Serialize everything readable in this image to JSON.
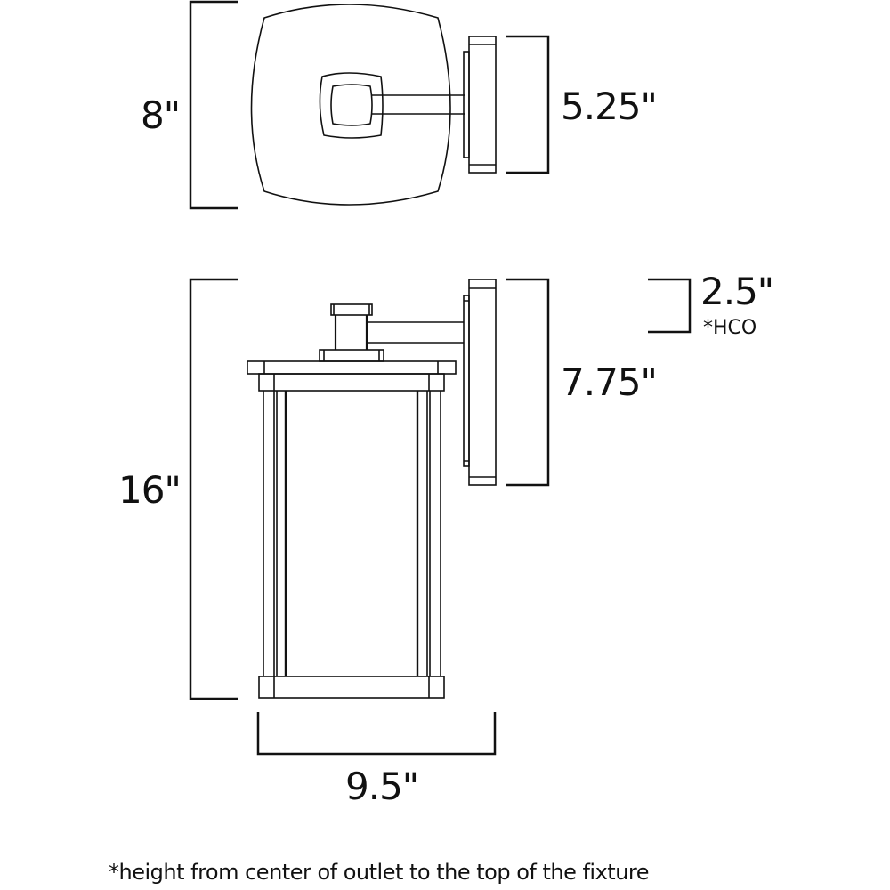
{
  "diagram": {
    "type": "product-dimension-drawing",
    "subject": "outdoor wall lantern",
    "views": {
      "top_view": {
        "depth_label": "8\"",
        "backplate_width_label": "5.25\""
      },
      "side_view": {
        "height_label": "16\"",
        "backplate_height_label": "7.75\"",
        "hco_label": "2.5\"",
        "hco_note": "*HCO",
        "width_label": "9.5\""
      }
    },
    "footnote": "*height from center of outlet to the top of the fixture",
    "colors": {
      "line": "#111111",
      "background": "#ffffff"
    }
  }
}
